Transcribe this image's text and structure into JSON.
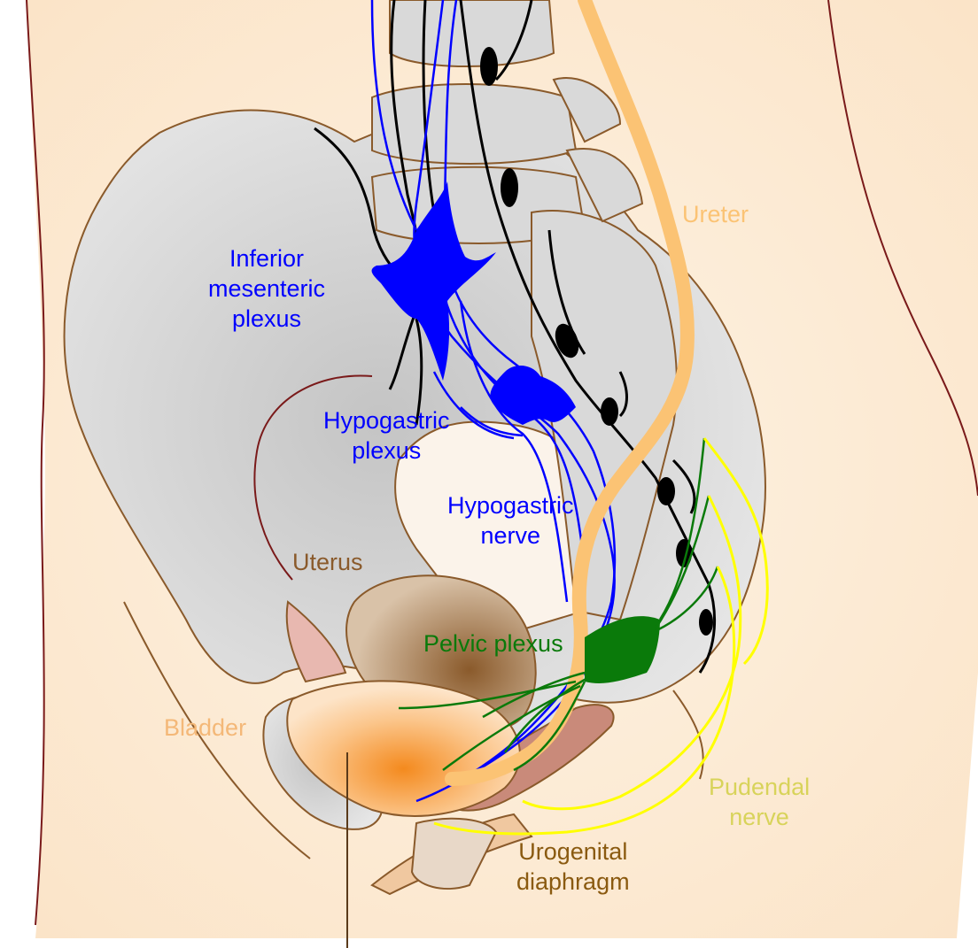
{
  "labels": {
    "ureter": "Ureter",
    "inferior_mesenteric_plexus": [
      "Inferior",
      "mesenteric",
      "plexus"
    ],
    "hypogastric_plexus": [
      "Hypogastric",
      "plexus"
    ],
    "hypogastric_nerve": [
      "Hypogastric",
      "nerve"
    ],
    "uterus": "Uterus",
    "pelvic_plexus": "Pelvic plexus",
    "bladder": "Bladder",
    "pudendal_nerve": [
      "Pudendal",
      "nerve"
    ],
    "urogenital_diaphragm": [
      "Urogenital",
      "diaphragm"
    ]
  },
  "colors": {
    "skin": "#fbe8cf",
    "outline": "#8a5a2b",
    "bone": "#d6d6d6",
    "sympathetic": "#0000ff",
    "sympathetic_trunk": "#000000",
    "ureter": "#fbc374",
    "pelvic_plexus": "#0a7a0a",
    "pudendal": "#ffff00",
    "uterus": "#8a5a2b",
    "bladder": "#f7a03a",
    "pudendal_label": "#d8d35a",
    "urogenital_label": "#8a5a10"
  }
}
